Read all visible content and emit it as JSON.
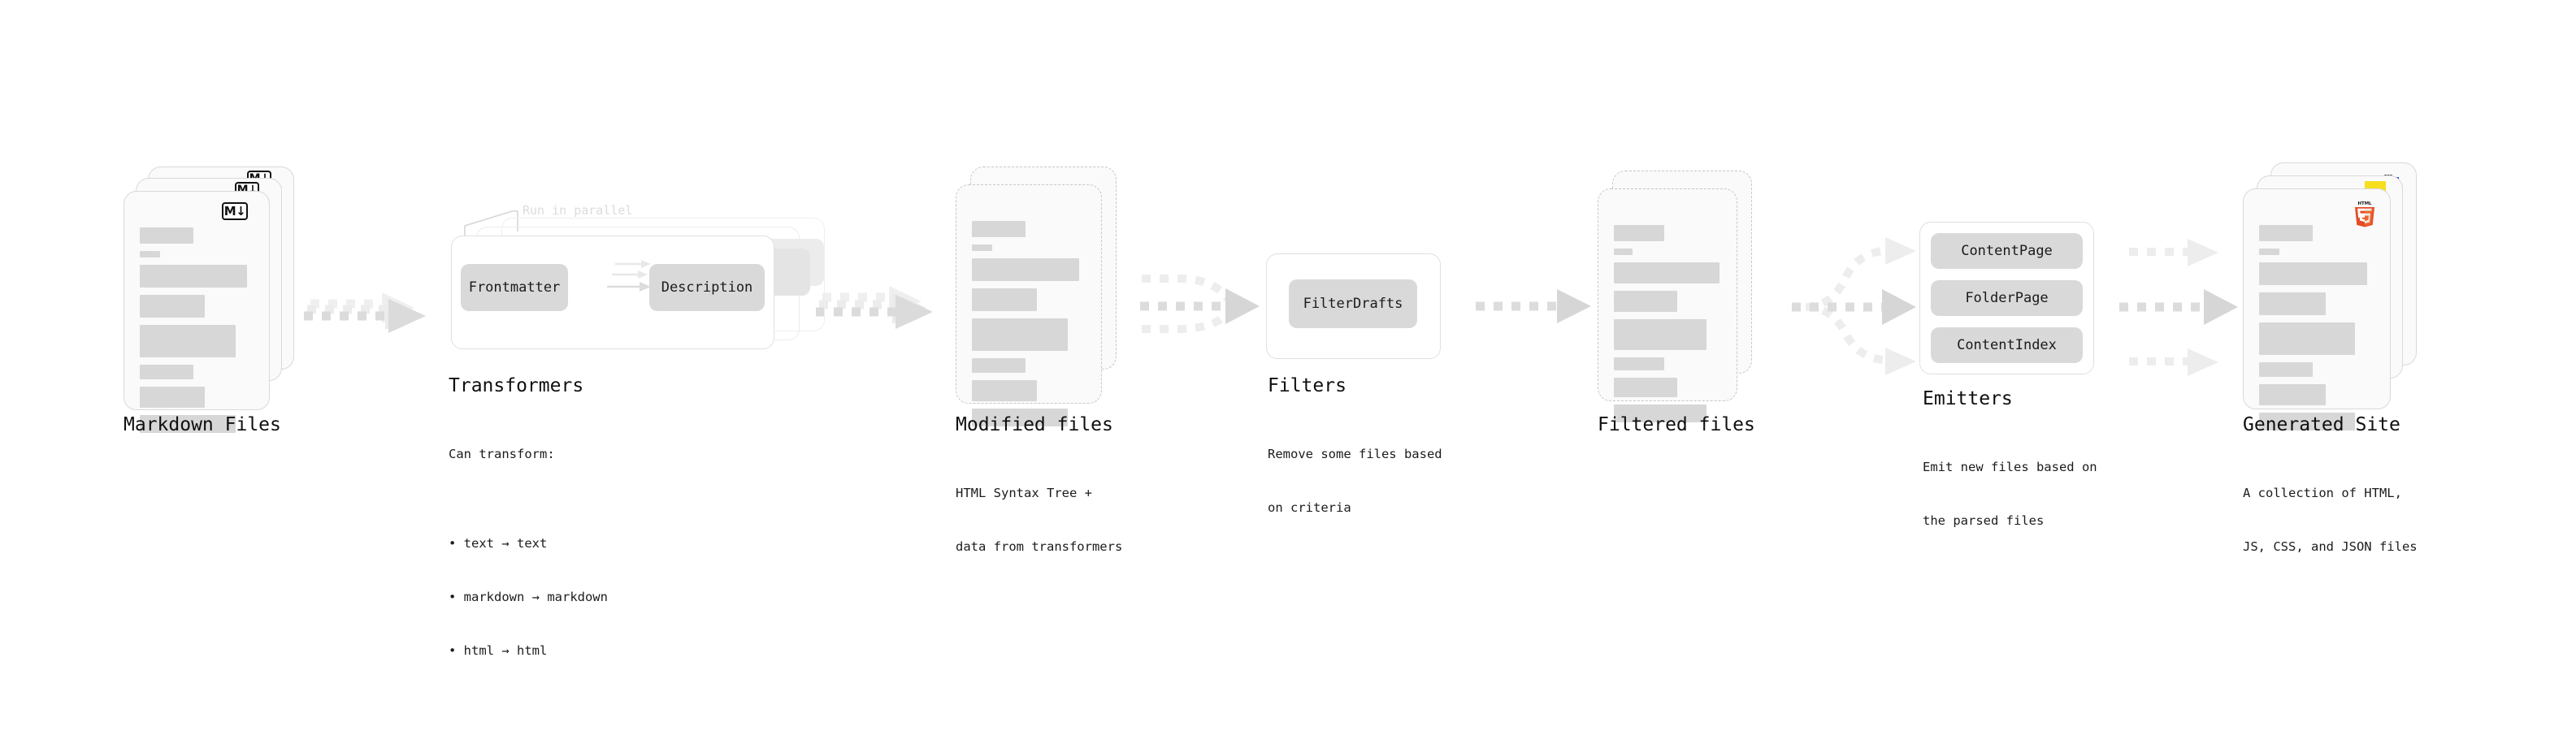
{
  "diagram": {
    "title_font_size": 23,
    "palette": {
      "background": "#ffffff",
      "card_fill": "#fafafa",
      "card_border": "#d9d9d9",
      "dashed_border": "#c7c7c7",
      "placeholder_bar": "#d7d7d7",
      "pill_fill": "#d9d9d9",
      "group_border": "#e0e0e0",
      "arrow": "#d8d8d8",
      "arrow_faint": "#eeeeee",
      "text": "#0f0f0f",
      "ghost_text": "#dcdcdc",
      "html5_orange": "#e44d26",
      "html5_orange_light": "#f16529",
      "css_blue": "#2448d8",
      "js_yellow": "#f7df1e",
      "markdown_black": "#111111"
    },
    "stages": [
      {
        "id": "markdown-files",
        "kind": "document-stack",
        "title": "Markdown Files",
        "caption": "",
        "badge": "markdown-badge",
        "badge_label": "M",
        "badge_arrow": "↓",
        "stack_count": 3,
        "dashed": false
      },
      {
        "id": "transformers",
        "kind": "group-box",
        "title": "Transformers",
        "caption_lead": "Can transform:",
        "caption_items": [
          "text → text",
          "markdown → markdown",
          "html → html"
        ],
        "annotation": "Run in parallel",
        "stack_count": 3,
        "pills": [
          "Frontmatter",
          "Description"
        ],
        "inner_arrow_count": 3
      },
      {
        "id": "modified-files",
        "kind": "document-stack",
        "title": "Modified files",
        "caption_lines": [
          "HTML Syntax Tree +",
          "data from transformers"
        ],
        "stack_count": 2,
        "dashed": true
      },
      {
        "id": "filters",
        "kind": "group-box",
        "title": "Filters",
        "caption_lines": [
          "Remove some files based",
          "on criteria"
        ],
        "stack_count": 1,
        "pills": [
          "FilterDrafts"
        ]
      },
      {
        "id": "filtered-files",
        "kind": "document-stack",
        "title": "Filtered files",
        "caption_lines": [],
        "stack_count": 2,
        "dashed": true
      },
      {
        "id": "emitters",
        "kind": "group-box",
        "title": "Emitters",
        "caption_lines": [
          "Emit new files based on",
          "the parsed files"
        ],
        "stack_count": 1,
        "pills": [
          "ContentPage",
          "FolderPage",
          "ContentIndex"
        ]
      },
      {
        "id": "generated-site",
        "kind": "document-stack",
        "title": "Generated Site",
        "caption_lines": [
          "A collection of HTML,",
          "JS, CSS, and JSON files"
        ],
        "stack_count": 3,
        "dashed": false,
        "badges": [
          "css-badge",
          "js-badge",
          "html5-badge"
        ],
        "css_badge_label": "CSS",
        "html5_badge_label": "HTML",
        "html5_badge_digit": "5"
      }
    ],
    "connectors": [
      {
        "id": "conn-md-to-transformers",
        "from": "markdown-files",
        "to": "transformers",
        "style": "dotted-multi",
        "lanes": 3
      },
      {
        "id": "conn-transformers-to-modified",
        "from": "transformers",
        "to": "modified-files",
        "style": "dotted-multi",
        "lanes": 3
      },
      {
        "id": "conn-modified-to-filters",
        "from": "modified-files",
        "to": "filters",
        "style": "dotted-merge",
        "lanes": 3
      },
      {
        "id": "conn-filters-to-filtered",
        "from": "filters",
        "to": "filtered-files",
        "style": "dotted-single",
        "lanes": 1
      },
      {
        "id": "conn-filtered-to-emitters",
        "from": "filtered-files",
        "to": "emitters",
        "style": "dotted-fanout",
        "lanes": 3
      },
      {
        "id": "conn-emitters-to-site",
        "from": "emitters",
        "to": "generated-site",
        "style": "dotted-parallel",
        "lanes": 3
      }
    ]
  }
}
